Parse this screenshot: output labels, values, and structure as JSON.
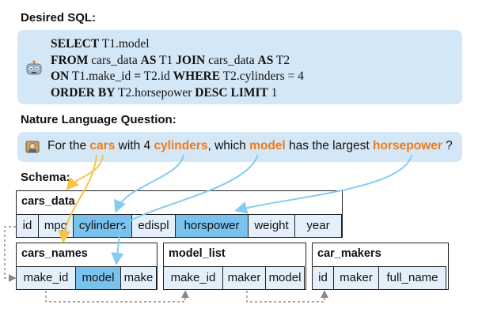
{
  "sql_heading": "Desired SQL:",
  "sql_lines": [
    [
      "SELECT",
      " T1.model"
    ],
    [
      "FROM",
      " cars_data ",
      "AS",
      " T1 ",
      "JOIN",
      " cars_data ",
      "AS",
      " T2"
    ],
    [
      "ON",
      " T1.make_id ",
      "=",
      " T2.id ",
      "WHERE",
      " T2.cylinders = 4"
    ],
    [
      "ORDER BY",
      " T2.horsepower ",
      "DESC LIMIT",
      " 1"
    ]
  ],
  "question_heading": "Nature Language Question:",
  "question": {
    "prefix": "For the ",
    "kw1": "cars",
    "mid1": " with 4 ",
    "kw2": "cylinders",
    "mid2": ", which ",
    "kw3": "model",
    "mid3": " has the largest ",
    "kw4": "horsepower",
    "suffix": " ?"
  },
  "schema_heading": "Schema:",
  "tables": {
    "cars_data": {
      "name": "cars_data",
      "columns": [
        "id",
        "mpg",
        "cylinders",
        "edispl",
        "horspower",
        "weight",
        "year"
      ]
    },
    "cars_names": {
      "name": "cars_names",
      "columns": [
        "make_id",
        "model",
        "make"
      ]
    },
    "model_list": {
      "name": "model_list",
      "columns": [
        "make_id",
        "maker",
        "model"
      ]
    },
    "car_makers": {
      "name": "car_makers",
      "columns": [
        "id",
        "maker",
        "full_name"
      ]
    }
  },
  "colors": {
    "keyword": "#f07a18",
    "highlight": "#79c2ee",
    "column_bg": "#e3f0fb",
    "box_bg": "#d4e7f6",
    "arrow_blue": "#86cbef",
    "arrow_yellow": "#f6c446",
    "fk_dash": "#888888"
  },
  "icons": {
    "robot": "robot-icon",
    "user": "user-icon"
  }
}
